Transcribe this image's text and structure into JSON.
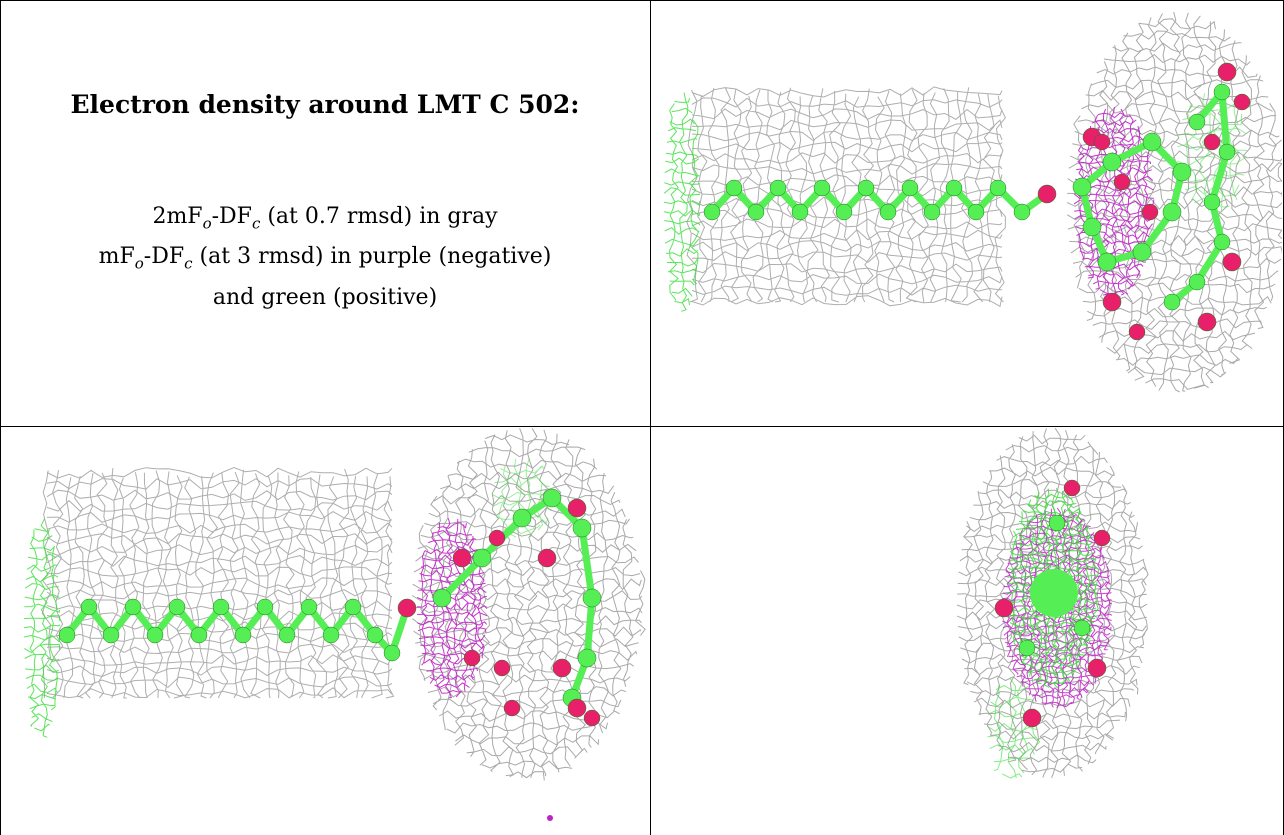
{
  "caption": {
    "title": "Electron density around LMT C 502:",
    "line1": {
      "pre": "2mF",
      "sub_o": "o",
      "mid": "-DF",
      "sub_c": "c",
      "post": " (at 0.7 rmsd) in gray"
    },
    "line2": {
      "pre": "mF",
      "sub_o": "o",
      "mid": "-DF",
      "sub_c": "c",
      "post": " (at 3 rmsd) in purple (negative)"
    },
    "line3": "and green (positive)"
  },
  "colors": {
    "mesh_gray": "#9a9a9a",
    "mesh_purple": "#c020c8",
    "mesh_green": "#33dd33",
    "carbon_green": "#55ee55",
    "oxygen_pink": "#e8206a",
    "border": "#000000"
  },
  "panels": [
    {
      "id": "top-right",
      "view": "side view"
    },
    {
      "id": "bottom-left",
      "view": "side view"
    },
    {
      "id": "bottom-right",
      "view": "end-on view"
    }
  ]
}
